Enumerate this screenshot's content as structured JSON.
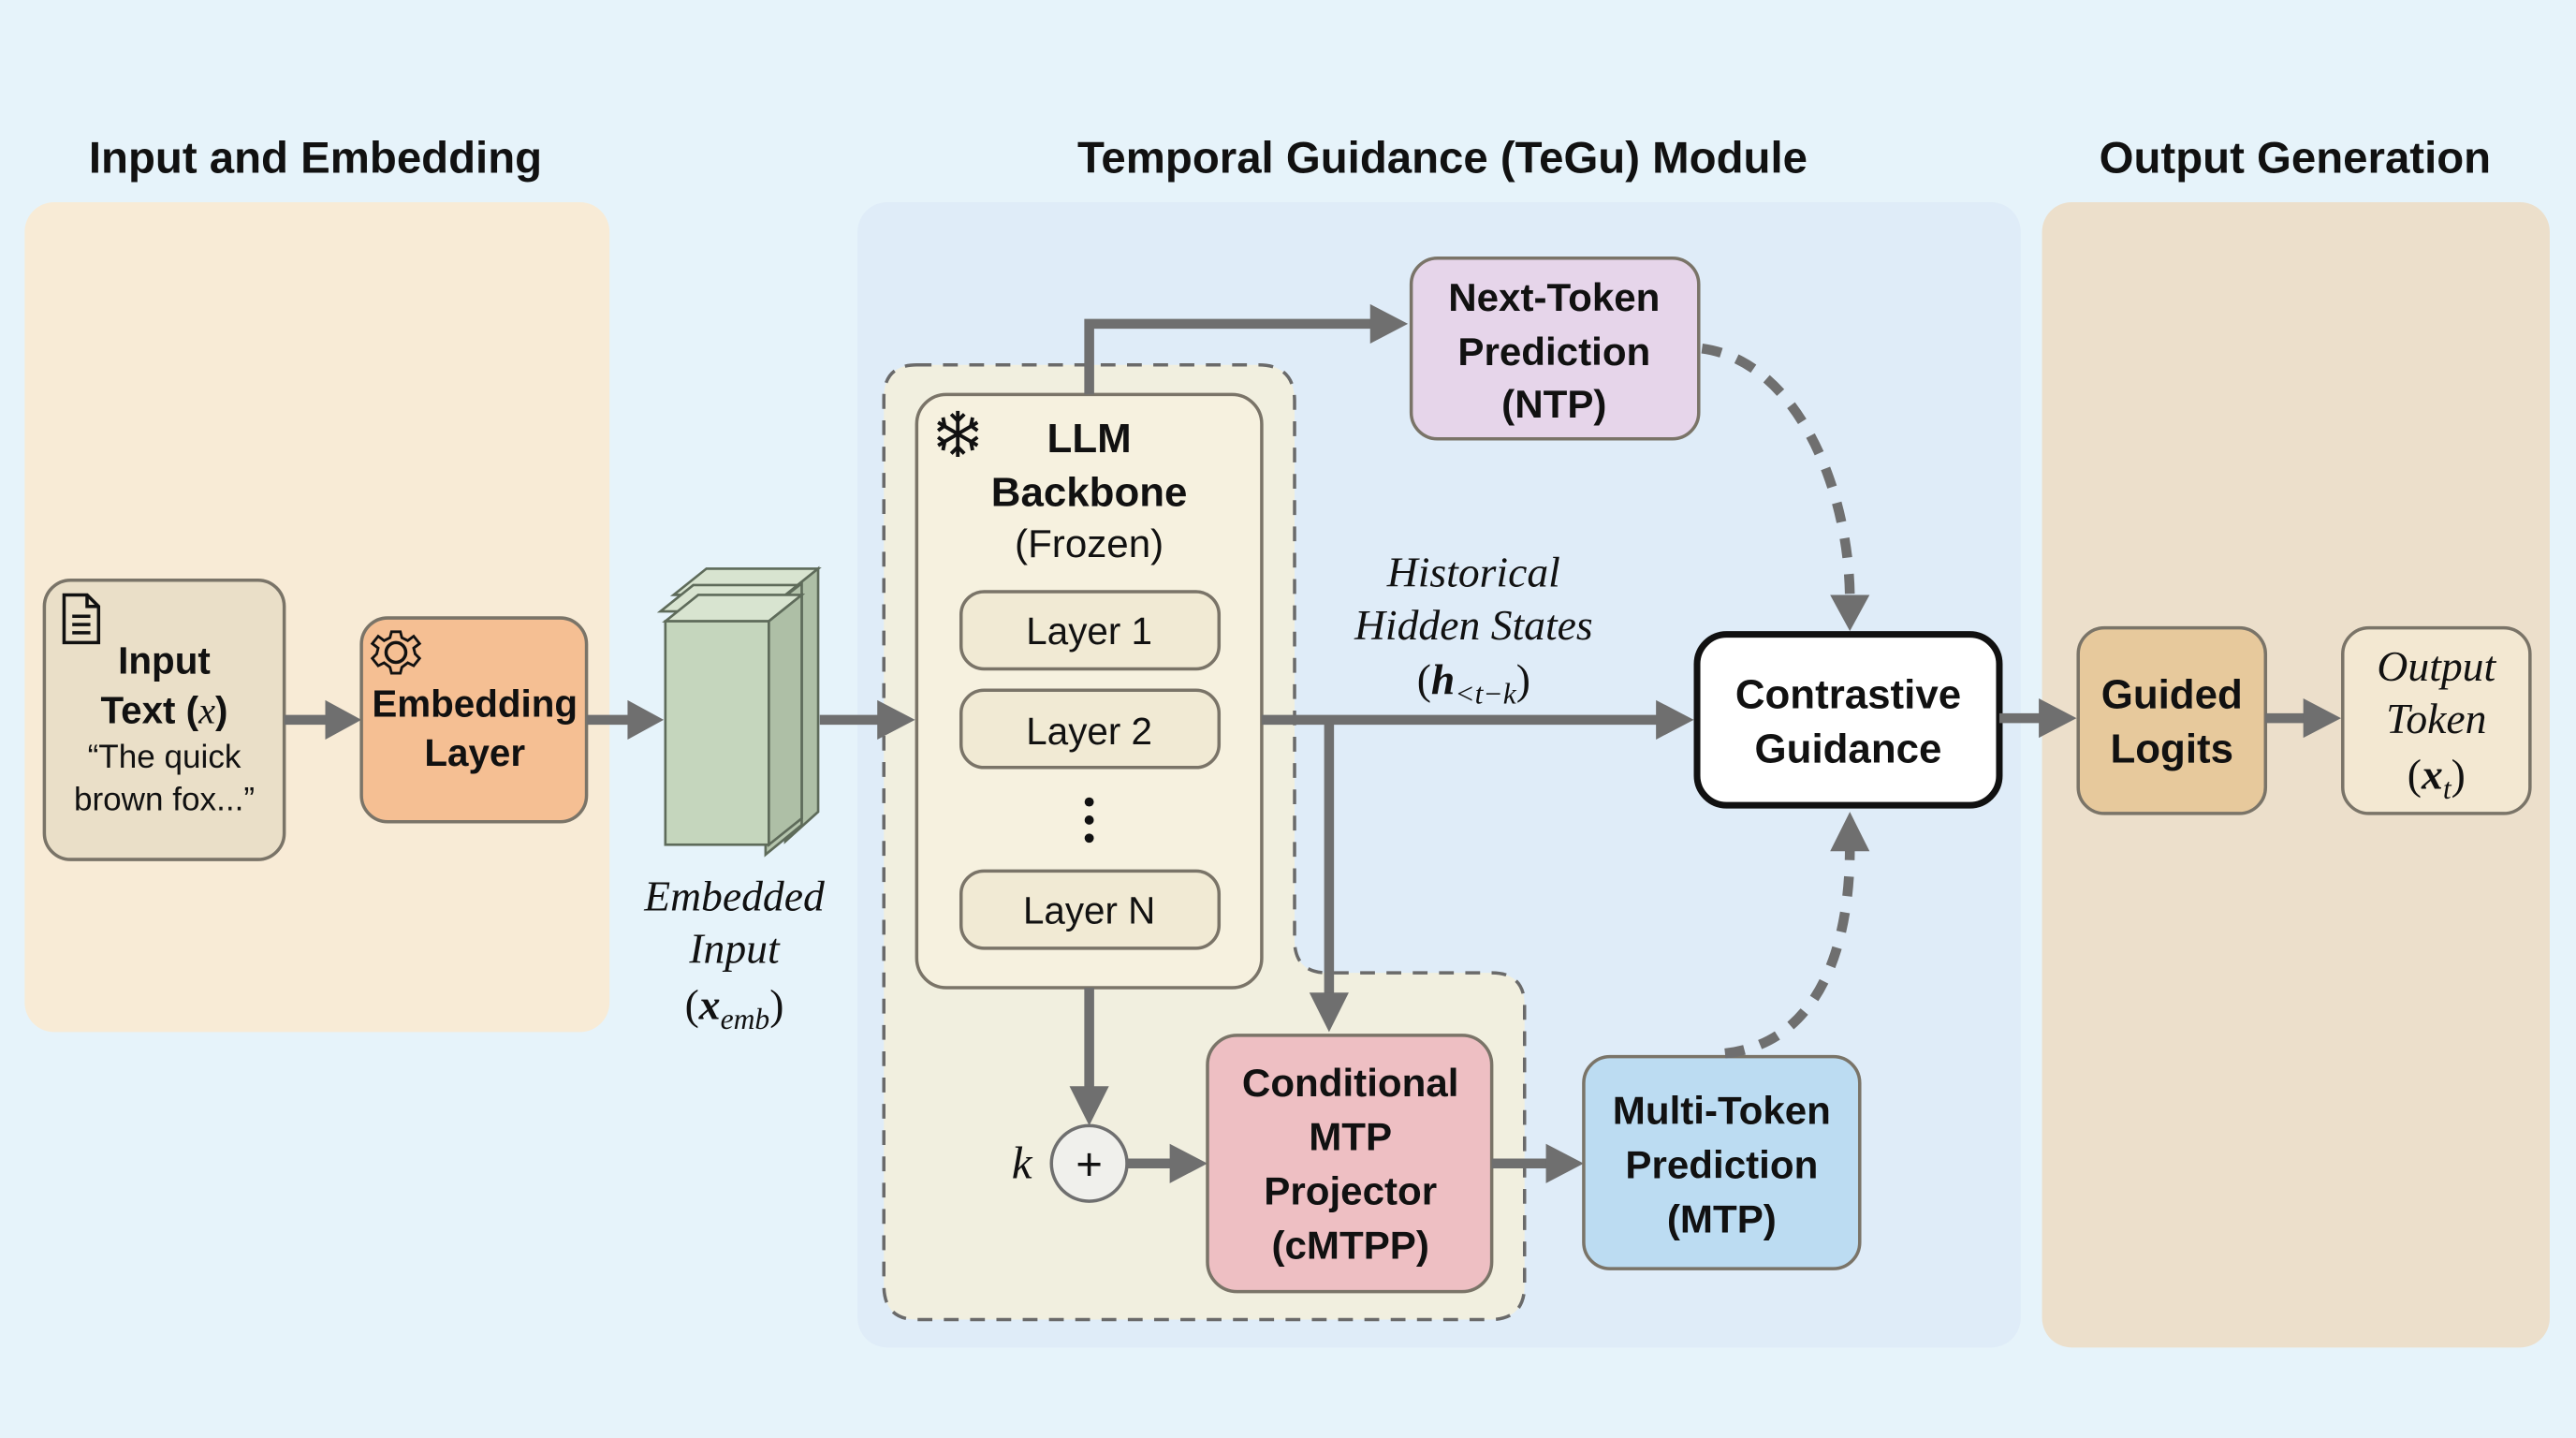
{
  "sections": {
    "input": {
      "title": "Input and Embedding"
    },
    "tegu": {
      "title": "Temporal Guidance (TeGu) Module"
    },
    "output": {
      "title": "Output Generation"
    }
  },
  "nodes": {
    "input_text": {
      "line1": "Input",
      "line2": "Text (",
      "var": "x",
      "line2_end": ")",
      "quote1": "“The quick",
      "quote2": "brown fox...”",
      "icon": "document-icon"
    },
    "embedding_layer": {
      "line1": "Embedding",
      "line2": "Layer",
      "icon": "gear-icon"
    },
    "embedded_input": {
      "line1": "Embedded",
      "line2": "Input",
      "var": "x",
      "sub": "emb"
    },
    "llm_backbone": {
      "line1": "LLM",
      "line2": "Backbone",
      "line3": "(Frozen)",
      "icon": "snowflake-icon",
      "layers": [
        "Layer 1",
        "Layer 2",
        "Layer N"
      ],
      "ellipsis": "⋮"
    },
    "ntp": {
      "line1": "Next-Token",
      "line2": "Prediction",
      "line3": "(NTP)"
    },
    "hidden_states": {
      "line1": "Historical",
      "line2": "Hidden States",
      "var": "h",
      "sub": "<t−k"
    },
    "contrastive": {
      "line1": "Contrastive",
      "line2": "Guidance"
    },
    "adder": {
      "label": "k",
      "symbol": "+"
    },
    "cmtpp": {
      "line1": "Conditional",
      "line2": "MTP",
      "line3": "Projector",
      "line4": "(cMTPP)"
    },
    "mtp": {
      "line1": "Multi-Token",
      "line2": "Prediction",
      "line3": "(MTP)"
    },
    "guided_logits": {
      "line1": "Guided",
      "line2": "Logits"
    },
    "output_token": {
      "line1": "Output",
      "line2": "Token",
      "var": "x",
      "sub": "t"
    }
  },
  "colors": {
    "background": "#e6f3fa",
    "input_panel": "#f8ebd6",
    "tegu_panel": "#dfecf8",
    "output_panel": "#ecdfcb",
    "input_text_box": "#eadfc8",
    "embedding_box": "#f5bf93",
    "embedded_block": "#c5d6bd",
    "llm_box": "#f6f1df",
    "layer_box": "#f1ead4",
    "ntp_box": "#e6d5ea",
    "contrastive_box": "#ffffff",
    "cmtpp_box": "#eebfc3",
    "mtp_box": "#bcdcf2",
    "guided_logits_box": "#e7c99c",
    "output_token_box": "#f3e8d2",
    "arrow": "#6f6f6f"
  }
}
